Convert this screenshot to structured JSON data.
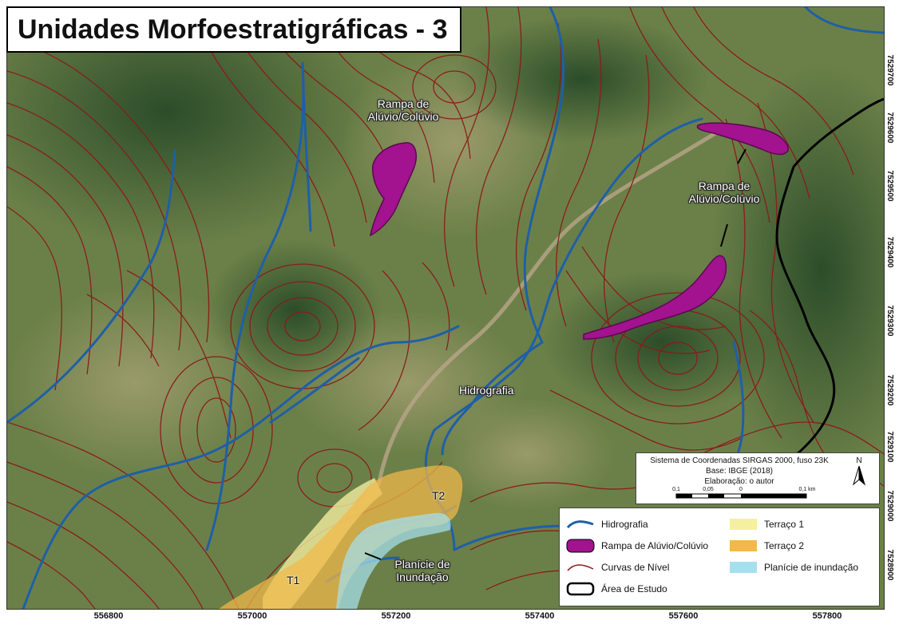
{
  "title": "Unidades Morfoestratigráficas - 3",
  "map_labels": {
    "rampa_1": [
      "Rampa de",
      "Alúvio/Colúvio"
    ],
    "rampa_2": [
      "Rampa de",
      "Alúvio/Colúvio"
    ],
    "hidrografia": "Hidrografia",
    "t2": "T2",
    "t1": "T1",
    "planicie": [
      "Planície de",
      "Inundação"
    ]
  },
  "x_axis_ticks": [
    "556800",
    "557000",
    "557200",
    "557400",
    "557600",
    "557800"
  ],
  "y_axis_ticks": [
    "7529700",
    "7529600",
    "7529500",
    "7529400",
    "7529300",
    "7529200",
    "7529100",
    "7529000",
    "7528900"
  ],
  "info": {
    "crs": "Sistema de Coordenadas SIRGAS 2000, fuso 23K",
    "base": "Base: IBGE (2018)",
    "author": "Elaboração: o autor",
    "scale_labels": [
      "0,1",
      "0,05",
      "0",
      "0,1 km"
    ],
    "north": "N"
  },
  "legend": [
    {
      "label": "Hidrografia",
      "symbol": "line",
      "color": "#1f5fa8"
    },
    {
      "label": "Terraço 1",
      "symbol": "fill",
      "color": "#f5f0a0"
    },
    {
      "label": "Rampa de Alúvio/Colúvio",
      "symbol": "fill",
      "color": "#a3128f"
    },
    {
      "label": "Terraço 2",
      "symbol": "fill",
      "color": "#f2b84a"
    },
    {
      "label": "Curvas de Nível",
      "symbol": "line",
      "color": "#8b1a1a"
    },
    {
      "label": "Planície de inundação",
      "symbol": "fill",
      "color": "#a6e0ef"
    },
    {
      "label": "Área de Estudo",
      "symbol": "outline",
      "color": "#000000"
    }
  ],
  "colors": {
    "rampa": "#a3128f",
    "terraco1": "#f5f0a0",
    "terraco2": "#f2b84a",
    "planicie": "#a6e0ef",
    "hidrografia": "#1f5fa8",
    "curvas": "#8b1a1a",
    "area_estudo": "#000000"
  }
}
